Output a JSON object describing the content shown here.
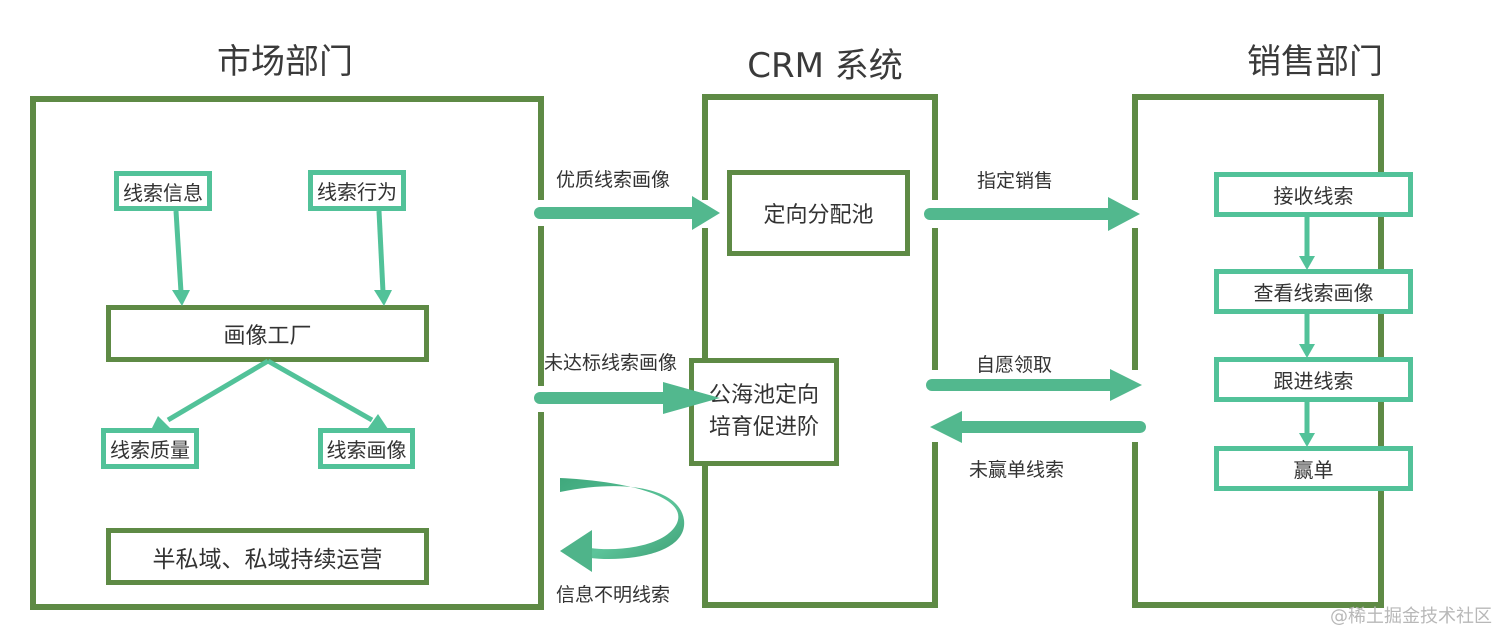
{
  "colors": {
    "panel_border": "#5e8a45",
    "light_border": "#52c299",
    "arrow": "#52b88e",
    "text": "#333333"
  },
  "sections": {
    "marketing": {
      "title": "市场部门",
      "nodes": {
        "lead_info": "线索信息",
        "lead_behavior": "线索行为",
        "profile_factory": "画像工厂",
        "lead_quality": "线索质量",
        "lead_profile": "线索画像",
        "operations": "半私域、私域持续运营"
      }
    },
    "crm": {
      "title": "CRM 系统",
      "nodes": {
        "directed_pool": "定向分配池",
        "public_pool_line1": "公海池定向",
        "public_pool_line2": "培育促进阶"
      }
    },
    "sales": {
      "title": "销售部门",
      "nodes": {
        "receive": "接收线索",
        "view_profile": "查看线索画像",
        "follow_up": "跟进线索",
        "win": "赢单"
      }
    }
  },
  "flows": {
    "quality_profile": "优质线索画像",
    "substandard_profile": "未达标线索画像",
    "unclear_leads": "信息不明线索",
    "assign_sales": "指定销售",
    "voluntary_claim": "自愿领取",
    "lost_leads": "未赢单线索"
  },
  "watermark": "@稀土掘金技术社区"
}
